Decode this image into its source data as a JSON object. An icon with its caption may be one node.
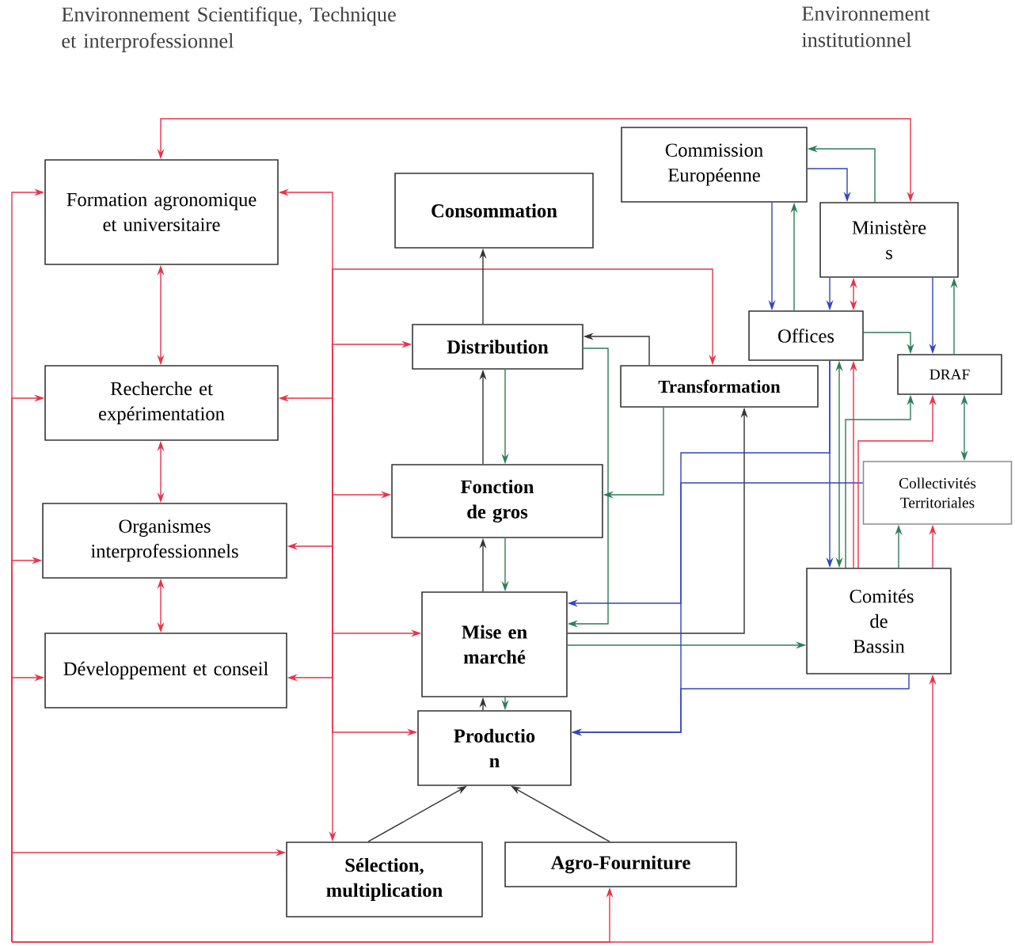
{
  "diagram": {
    "nodes": [
      {
        "text": [
          "Formation agronomique et universitaire"
        ]
      },
      {
        "text": [
          "Consommation"
        ]
      },
      {
        "text": [
          "Recherche et expérimentation"
        ]
      },
      {
        "text": [
          "Organismes interprofessionnels"
        ]
      },
      {
        "text": [
          "Développement et conseil"
        ]
      },
      {
        "text": [
          "Distribution"
        ]
      },
      {
        "text": [
          "Transformation"
        ]
      },
      {
        "text": [
          "Fonction de gros"
        ]
      },
      {
        "text": [
          "Mise en marché"
        ]
      },
      {
        "text": [
          "Productio n"
        ]
      },
      {
        "text": [
          "Sélection, multiplication"
        ]
      },
      {
        "text": [
          "Agro-Fourniture"
        ]
      },
      {
        "text": [
          "Commission Européenne"
        ]
      },
      {
        "text": [
          "Ministère s"
        ]
      },
      {
        "text": [
          "Offices"
        ]
      },
      {
        "text": [
          "DRAF"
        ]
      },
      {
        "text": [
          "Collectivités Territoriales"
        ]
      },
      {
        "text": [
          "Comités de Bassin"
        ]
      }
    ],
    "edges": [
      {
        "from": 13,
        "to": 0,
        "arrow": "both",
        "color": "#e8334a"
      },
      {
        "from": 0,
        "to": 2,
        "arrow": "both",
        "color": "#e8334a"
      },
      {
        "from": 2,
        "to": 3,
        "arrow": "both",
        "color": "#e8334a"
      },
      {
        "from": 3,
        "to": 4,
        "arrow": "both",
        "color": "#e8334a"
      },
      {
        "from": null,
        "to": 0,
        "arrow": "to",
        "color": "#e8334a"
      },
      {
        "from": null,
        "to": 2,
        "arrow": "to",
        "color": "#e8334a"
      },
      {
        "from": null,
        "to": 3,
        "arrow": "to",
        "color": "#e8334a"
      },
      {
        "from": null,
        "to": 4,
        "arrow": "to",
        "color": "#e8334a"
      },
      {
        "from": null,
        "to": 10,
        "arrow": "to",
        "color": "#e8334a"
      },
      {
        "from": null,
        "to": 11,
        "arrow": "to",
        "color": "#e8334a"
      },
      {
        "from": null,
        "to": 17,
        "arrow": "to",
        "color": "#e8334a"
      },
      {
        "from": null,
        "to": 0,
        "arrow": "to",
        "color": "#e8334a"
      },
      {
        "from": null,
        "to": 2,
        "arrow": "to",
        "color": "#e8334a"
      },
      {
        "from": null,
        "to": 3,
        "arrow": "to",
        "color": "#e8334a"
      },
      {
        "from": null,
        "to": 4,
        "arrow": "to",
        "color": "#e8334a"
      },
      {
        "from": null,
        "to": 5,
        "arrow": "to",
        "color": "#e8334a"
      },
      {
        "from": null,
        "to": 7,
        "arrow": "to",
        "color": "#e8334a"
      },
      {
        "from": null,
        "to": 8,
        "arrow": "to",
        "color": "#e8334a"
      },
      {
        "from": null,
        "to": 9,
        "arrow": "to",
        "color": "#e8334a"
      },
      {
        "from": null,
        "to": 10,
        "arrow": "to",
        "color": "#e8334a"
      },
      {
        "from": null,
        "to": 6,
        "arrow": "to",
        "color": "#e8334a"
      },
      {
        "from": 5,
        "to": 1,
        "arrow": "to",
        "color": "#333333"
      },
      {
        "from": 7,
        "to": 5,
        "arrow": "to",
        "color": "#333333"
      },
      {
        "from": 8,
        "to": 7,
        "arrow": "to",
        "color": "#333333"
      },
      {
        "from": 9,
        "to": 8,
        "arrow": "to",
        "color": "#333333"
      },
      {
        "from": 10,
        "to": 9,
        "arrow": "to",
        "color": "#333333"
      },
      {
        "from": 11,
        "to": 9,
        "arrow": "to",
        "color": "#333333"
      },
      {
        "from": 6,
        "to": 5,
        "arrow": "to",
        "color": "#333333"
      },
      {
        "from": 8,
        "to": 6,
        "arrow": "to",
        "color": "#333333"
      },
      {
        "from": 5,
        "to": 7,
        "arrow": "to",
        "color": "#2e7d57"
      },
      {
        "from": 7,
        "to": 8,
        "arrow": "to",
        "color": "#2e7d57"
      },
      {
        "from": 8,
        "to": 9,
        "arrow": "to",
        "color": "#2e7d57"
      },
      {
        "from": 5,
        "to": 8,
        "arrow": "to",
        "color": "#2e7d57"
      },
      {
        "from": 6,
        "to": 7,
        "arrow": "to",
        "color": "#2e7d57"
      },
      {
        "from": 8,
        "to": 17,
        "arrow": "to",
        "color": "#2e7d57"
      },
      {
        "from": 13,
        "to": 12,
        "arrow": "to",
        "color": "#2e7d57"
      },
      {
        "from": 14,
        "to": 12,
        "arrow": "to",
        "color": "#2e7d57"
      },
      {
        "from": 14,
        "to": 15,
        "arrow": "to",
        "color": "#2e7d57"
      },
      {
        "from": 15,
        "to": 13,
        "arrow": "to",
        "color": "#2e7d57"
      },
      {
        "from": 14,
        "to": 17,
        "arrow": "both",
        "color": "#2e7d57"
      },
      {
        "from": 17,
        "to": 15,
        "arrow": "to",
        "color": "#2e7d57"
      },
      {
        "from": 15,
        "to": 16,
        "arrow": "both",
        "color": "#2e7d57"
      },
      {
        "from": 17,
        "to": 16,
        "arrow": "to",
        "color": "#2e7d57"
      },
      {
        "from": 12,
        "to": 14,
        "arrow": "to",
        "color": "#3344bb"
      },
      {
        "from": 12,
        "to": 13,
        "arrow": "to",
        "color": "#3344bb"
      },
      {
        "from": 13,
        "to": 14,
        "arrow": "to",
        "color": "#3344bb"
      },
      {
        "from": 13,
        "to": 15,
        "arrow": "to",
        "color": "#3344bb"
      },
      {
        "from": 14,
        "to": 17,
        "arrow": "to",
        "color": "#3344bb"
      },
      {
        "from": 14,
        "to": 8,
        "arrow": "to",
        "color": "#3344bb"
      },
      {
        "from": 16,
        "to": 9,
        "arrow": "to",
        "color": "#3344bb"
      },
      {
        "from": 17,
        "to": 9,
        "arrow": "to",
        "color": "#3344bb"
      },
      {
        "from": 14,
        "to": 13,
        "arrow": "both",
        "color": "#e8334a"
      },
      {
        "from": 17,
        "to": 14,
        "arrow": "to",
        "color": "#e8334a"
      },
      {
        "from": 17,
        "to": 15,
        "arrow": "to",
        "color": "#e8334a"
      },
      {
        "from": 17,
        "to": 16,
        "arrow": "to",
        "color": "#e8334a"
      }
    ],
    "labels": [
      "Environnement Scientifique, Technique et interprofessionnel",
      "Environnement institutionnel"
    ]
  }
}
